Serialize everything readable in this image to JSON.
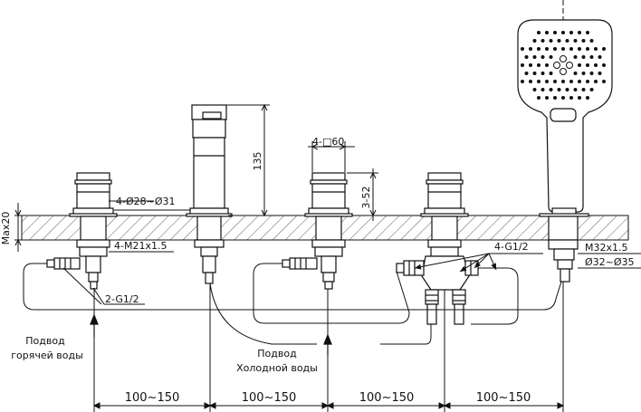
{
  "diagram": {
    "labels": {
      "max20": "Max20",
      "diam_28_31": "4-Ø28~Ø31",
      "m21": "4-M21x1.5",
      "g12_left": "2-G1/2",
      "h135": "135",
      "sq60": "4-□60",
      "d3_52": "3-52",
      "g12_right": "4-G1/2",
      "m32": "M32x1.5",
      "diam_32_35": "Ø32~Ø35",
      "hot_supply_1": "Подвод",
      "hot_supply_2": "горячей воды",
      "cold_supply_1": "Подвод",
      "cold_supply_2": "Холодной воды",
      "spacing_1": "100~150",
      "spacing_2": "100~150",
      "spacing_3": "100~150",
      "spacing_4": "100~150"
    }
  }
}
